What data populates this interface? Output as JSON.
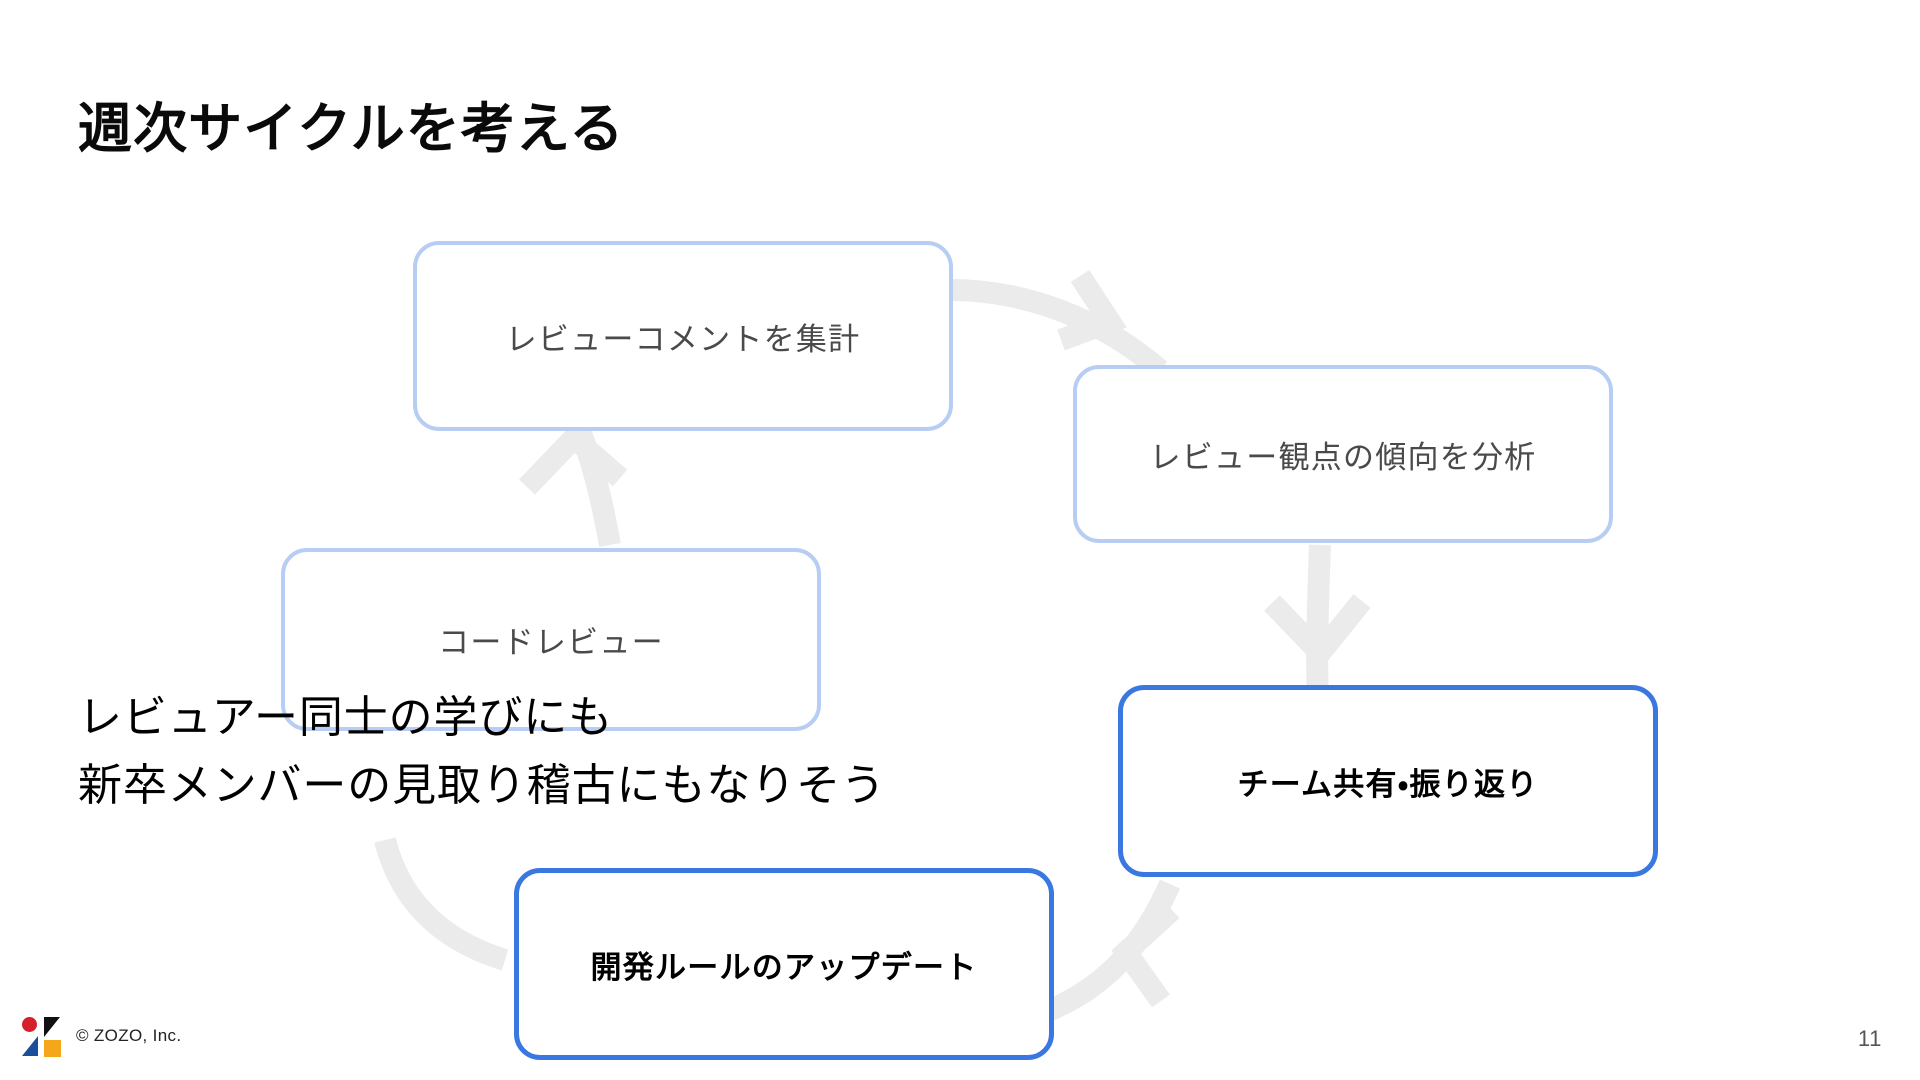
{
  "slide": {
    "title": "週次サイクルを考える",
    "page_number": "11",
    "background_color": "#ffffff"
  },
  "colors": {
    "title_text": "#0a0a0a",
    "plain_box_border": "#b7cdf3",
    "plain_box_text": "#4a4a4a",
    "highlight_box_border": "#3b77e0",
    "highlight_box_text": "#000000",
    "arrow": "#ebebeb",
    "overlay_text": "#000000",
    "page_number_text": "#555555"
  },
  "diagram": {
    "type": "cycle-flow",
    "nodes": [
      {
        "id": "aggregate",
        "label": "レビューコメントを集計",
        "style": "plain",
        "order": 3
      },
      {
        "id": "analyze",
        "label": "レビュー観点の傾向を分析",
        "style": "plain",
        "order": 4
      },
      {
        "id": "codereview",
        "label": "コードレビュー",
        "style": "plain",
        "order": 2
      },
      {
        "id": "share",
        "label": "チーム共有・振り返り",
        "style": "highlight",
        "order": 5
      },
      {
        "id": "rules",
        "label": "開発ルールのアップデート",
        "style": "highlight",
        "order": 1
      }
    ],
    "edges": [
      {
        "from": "aggregate",
        "to": "analyze"
      },
      {
        "from": "analyze",
        "to": "share"
      },
      {
        "from": "share",
        "to": "rules"
      },
      {
        "from": "rules",
        "to": "codereview"
      },
      {
        "from": "codereview",
        "to": "aggregate"
      }
    ]
  },
  "overlay_note": {
    "lines": [
      "レビュアー同士の学びにも",
      "新卒メンバーの見取り稽古にもなりそう"
    ]
  },
  "footer": {
    "copyright": "© ZOZO, Inc.",
    "logo_parts": [
      "red-circle",
      "black-triangle",
      "blue-triangle",
      "orange-square"
    ]
  }
}
